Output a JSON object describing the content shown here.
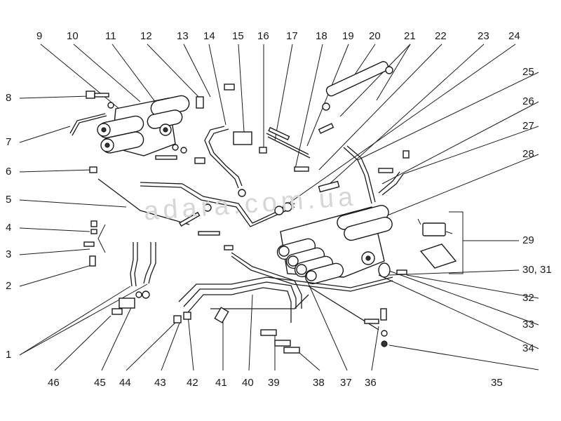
{
  "watermark": "adara.com.ua",
  "callouts": {
    "top": [
      "9",
      "10",
      "11",
      "12",
      "13",
      "14",
      "15",
      "16",
      "17",
      "18",
      "19",
      "20",
      "21",
      "22",
      "23",
      "24"
    ],
    "left": [
      "8",
      "7",
      "6",
      "5",
      "4",
      "3",
      "2",
      "1"
    ],
    "right": [
      "25",
      "26",
      "27",
      "28",
      "29",
      "30, 31",
      "32",
      "33",
      "34",
      "35"
    ],
    "bottom": [
      "46",
      "45",
      "44",
      "43",
      "42",
      "41",
      "40",
      "39",
      "38",
      "37",
      "36"
    ]
  }
}
